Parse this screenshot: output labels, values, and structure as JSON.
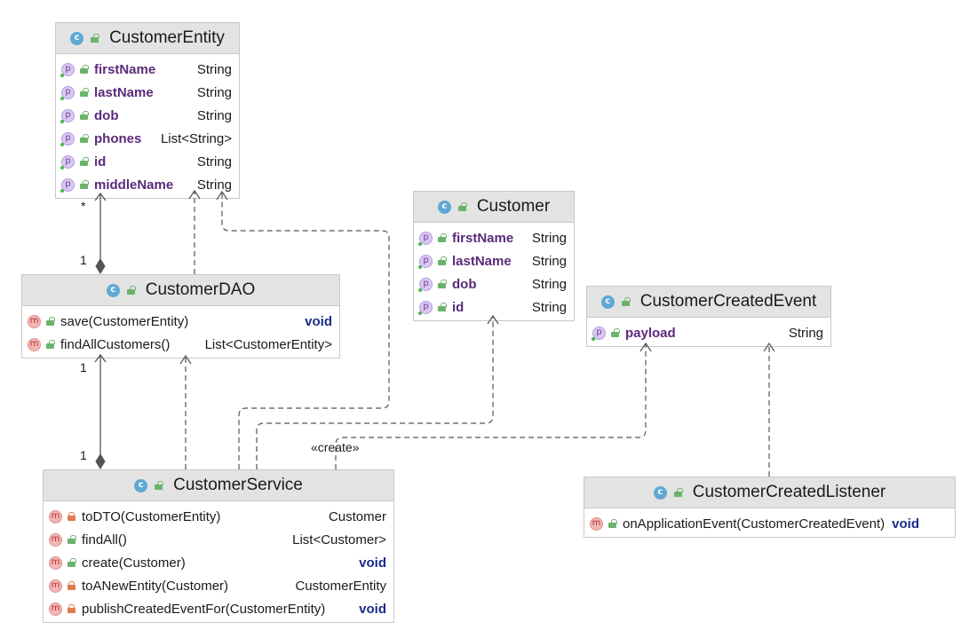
{
  "diagram": {
    "classes": [
      {
        "id": "customer-entity",
        "name": "CustomerEntity",
        "members": [
          {
            "kind": "p",
            "visibility": "public",
            "name": "firstName",
            "type": "String"
          },
          {
            "kind": "p",
            "visibility": "public",
            "name": "lastName",
            "type": "String"
          },
          {
            "kind": "p",
            "visibility": "public",
            "name": "dob",
            "type": "String"
          },
          {
            "kind": "p",
            "visibility": "public",
            "name": "phones",
            "type": "List<String>"
          },
          {
            "kind": "p",
            "visibility": "public",
            "name": "id",
            "type": "String"
          },
          {
            "kind": "p",
            "visibility": "public",
            "name": "middleName",
            "type": "String"
          }
        ]
      },
      {
        "id": "customer",
        "name": "Customer",
        "members": [
          {
            "kind": "p",
            "visibility": "public",
            "name": "firstName",
            "type": "String"
          },
          {
            "kind": "p",
            "visibility": "public",
            "name": "lastName",
            "type": "String"
          },
          {
            "kind": "p",
            "visibility": "public",
            "name": "dob",
            "type": "String"
          },
          {
            "kind": "p",
            "visibility": "public",
            "name": "id",
            "type": "String"
          }
        ]
      },
      {
        "id": "customer-dao",
        "name": "CustomerDAO",
        "members": [
          {
            "kind": "m",
            "visibility": "public",
            "name": "save(CustomerEntity)",
            "type": "void"
          },
          {
            "kind": "m",
            "visibility": "public",
            "name": "findAllCustomers()",
            "type": "List<CustomerEntity>"
          }
        ]
      },
      {
        "id": "customer-created-event",
        "name": "CustomerCreatedEvent",
        "members": [
          {
            "kind": "p",
            "visibility": "public",
            "name": "payload",
            "type": "String"
          }
        ]
      },
      {
        "id": "customer-service",
        "name": "CustomerService",
        "members": [
          {
            "kind": "m",
            "visibility": "private",
            "name": "toDTO(CustomerEntity)",
            "type": "Customer"
          },
          {
            "kind": "m",
            "visibility": "public",
            "name": "findAll()",
            "type": "List<Customer>"
          },
          {
            "kind": "m",
            "visibility": "public",
            "name": "create(Customer)",
            "type": "void"
          },
          {
            "kind": "m",
            "visibility": "private",
            "name": "toANewEntity(Customer)",
            "type": "CustomerEntity"
          },
          {
            "kind": "m",
            "visibility": "private",
            "name": "publishCreatedEventFor(CustomerEntity)",
            "type": "void"
          }
        ]
      },
      {
        "id": "customer-created-listener",
        "name": "CustomerCreatedListener",
        "members": [
          {
            "kind": "m",
            "visibility": "public",
            "name": "onApplicationEvent(CustomerCreatedEvent)",
            "type": "void"
          }
        ]
      }
    ],
    "labels": {
      "entity_dao_many": "*",
      "entity_dao_one": "1",
      "dao_service_one_top": "1",
      "dao_service_one_bottom": "1",
      "create_stereotype": "«create»"
    },
    "colors": {
      "header_bg": "#e3e3e3",
      "border": "#c8c8c8",
      "field_name": "#5a2a7a",
      "void_keyword": "#1a2a8a",
      "edge": "#555555"
    }
  }
}
